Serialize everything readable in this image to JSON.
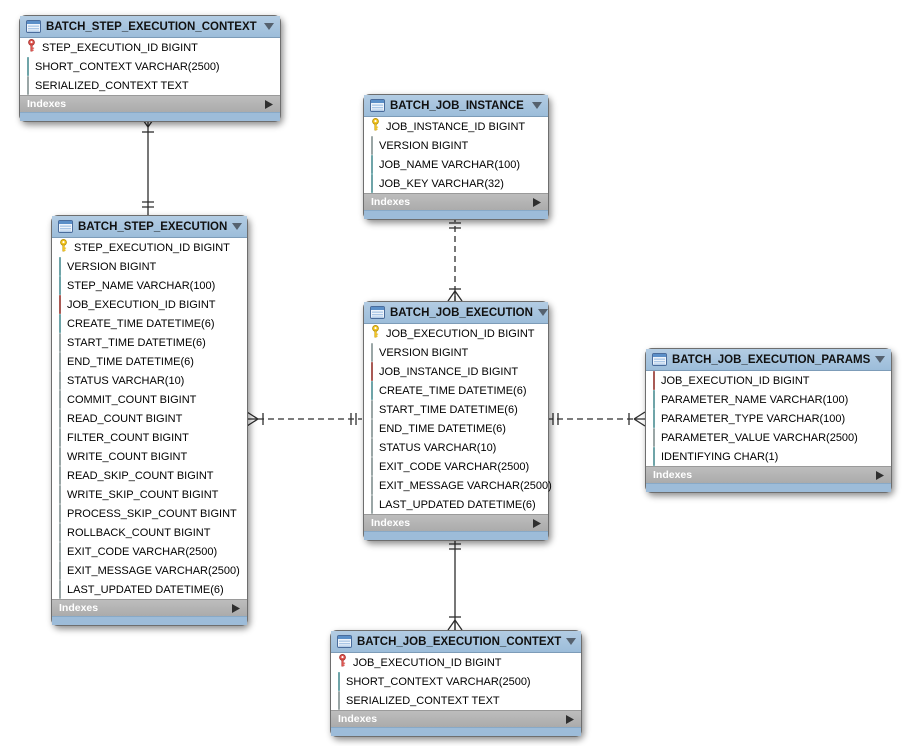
{
  "diagram": {
    "kind": "EER database diagram",
    "colors": {
      "table_header": "#9cbdda",
      "table_footer": "#9dbcd9",
      "indexes_bar": "#ababab",
      "pk_key": "#f5c51d",
      "pk_fk_key": "#e0534e",
      "notnull_diamond": "#72d9de",
      "nullable_diamond": "#ffffff",
      "fk_diamond": "#e2736c",
      "relationship_line": "#2e2e2e"
    },
    "tables": [
      {
        "name": "BATCH_STEP_EXECUTION_CONTEXT",
        "indexes_label": "Indexes",
        "fields": [
          {
            "icon": "key-red",
            "text": "STEP_EXECUTION_ID BIGINT"
          },
          {
            "icon": "diamond-filled",
            "text": "SHORT_CONTEXT VARCHAR(2500)"
          },
          {
            "icon": "diamond-hollow",
            "text": "SERIALIZED_CONTEXT TEXT"
          }
        ]
      },
      {
        "name": "BATCH_JOB_INSTANCE",
        "indexes_label": "Indexes",
        "fields": [
          {
            "icon": "key-yellow",
            "text": "JOB_INSTANCE_ID BIGINT"
          },
          {
            "icon": "diamond-hollow",
            "text": "VERSION BIGINT"
          },
          {
            "icon": "diamond-filled",
            "text": "JOB_NAME VARCHAR(100)"
          },
          {
            "icon": "diamond-filled",
            "text": "JOB_KEY VARCHAR(32)"
          }
        ]
      },
      {
        "name": "BATCH_STEP_EXECUTION",
        "indexes_label": "Indexes",
        "fields": [
          {
            "icon": "key-yellow",
            "text": "STEP_EXECUTION_ID BIGINT"
          },
          {
            "icon": "diamond-filled",
            "text": "VERSION BIGINT"
          },
          {
            "icon": "diamond-filled",
            "text": "STEP_NAME VARCHAR(100)"
          },
          {
            "icon": "diamond-red",
            "text": "JOB_EXECUTION_ID BIGINT"
          },
          {
            "icon": "diamond-filled",
            "text": "CREATE_TIME DATETIME(6)"
          },
          {
            "icon": "diamond-hollow",
            "text": "START_TIME DATETIME(6)"
          },
          {
            "icon": "diamond-hollow",
            "text": "END_TIME DATETIME(6)"
          },
          {
            "icon": "diamond-hollow",
            "text": "STATUS VARCHAR(10)"
          },
          {
            "icon": "diamond-hollow",
            "text": "COMMIT_COUNT BIGINT"
          },
          {
            "icon": "diamond-hollow",
            "text": "READ_COUNT BIGINT"
          },
          {
            "icon": "diamond-hollow",
            "text": "FILTER_COUNT BIGINT"
          },
          {
            "icon": "diamond-hollow",
            "text": "WRITE_COUNT BIGINT"
          },
          {
            "icon": "diamond-hollow",
            "text": "READ_SKIP_COUNT BIGINT"
          },
          {
            "icon": "diamond-hollow",
            "text": "WRITE_SKIP_COUNT BIGINT"
          },
          {
            "icon": "diamond-hollow",
            "text": "PROCESS_SKIP_COUNT BIGINT"
          },
          {
            "icon": "diamond-hollow",
            "text": "ROLLBACK_COUNT BIGINT"
          },
          {
            "icon": "diamond-hollow",
            "text": "EXIT_CODE VARCHAR(2500)"
          },
          {
            "icon": "diamond-hollow",
            "text": "EXIT_MESSAGE VARCHAR(2500)"
          },
          {
            "icon": "diamond-hollow",
            "text": "LAST_UPDATED DATETIME(6)"
          }
        ]
      },
      {
        "name": "BATCH_JOB_EXECUTION",
        "indexes_label": "Indexes",
        "fields": [
          {
            "icon": "key-yellow",
            "text": "JOB_EXECUTION_ID BIGINT"
          },
          {
            "icon": "diamond-hollow",
            "text": "VERSION BIGINT"
          },
          {
            "icon": "diamond-red",
            "text": "JOB_INSTANCE_ID BIGINT"
          },
          {
            "icon": "diamond-filled",
            "text": "CREATE_TIME DATETIME(6)"
          },
          {
            "icon": "diamond-hollow",
            "text": "START_TIME DATETIME(6)"
          },
          {
            "icon": "diamond-hollow",
            "text": "END_TIME DATETIME(6)"
          },
          {
            "icon": "diamond-hollow",
            "text": "STATUS VARCHAR(10)"
          },
          {
            "icon": "diamond-hollow",
            "text": "EXIT_CODE VARCHAR(2500)"
          },
          {
            "icon": "diamond-hollow",
            "text": "EXIT_MESSAGE VARCHAR(2500)"
          },
          {
            "icon": "diamond-hollow",
            "text": "LAST_UPDATED DATETIME(6)"
          }
        ]
      },
      {
        "name": "BATCH_JOB_EXECUTION_PARAMS",
        "indexes_label": "Indexes",
        "fields": [
          {
            "icon": "diamond-red",
            "text": "JOB_EXECUTION_ID BIGINT"
          },
          {
            "icon": "diamond-filled",
            "text": "PARAMETER_NAME VARCHAR(100)"
          },
          {
            "icon": "diamond-filled",
            "text": "PARAMETER_TYPE VARCHAR(100)"
          },
          {
            "icon": "diamond-hollow",
            "text": "PARAMETER_VALUE VARCHAR(2500)"
          },
          {
            "icon": "diamond-filled",
            "text": "IDENTIFYING CHAR(1)"
          }
        ]
      },
      {
        "name": "BATCH_JOB_EXECUTION_CONTEXT",
        "indexes_label": "Indexes",
        "fields": [
          {
            "icon": "key-red",
            "text": "JOB_EXECUTION_ID BIGINT"
          },
          {
            "icon": "diamond-filled",
            "text": "SHORT_CONTEXT VARCHAR(2500)"
          },
          {
            "icon": "diamond-hollow",
            "text": "SERIALIZED_CONTEXT TEXT"
          }
        ]
      }
    ],
    "relationships": [
      {
        "from": "BATCH_STEP_EXECUTION_CONTEXT",
        "to": "BATCH_STEP_EXECUTION",
        "line": "solid",
        "from_end": "many",
        "to_end": "one"
      },
      {
        "from": "BATCH_JOB_INSTANCE",
        "to": "BATCH_JOB_EXECUTION",
        "line": "dashed",
        "from_end": "one",
        "to_end": "many"
      },
      {
        "from": "BATCH_STEP_EXECUTION",
        "to": "BATCH_JOB_EXECUTION",
        "line": "dashed",
        "from_end": "many",
        "to_end": "one"
      },
      {
        "from": "BATCH_JOB_EXECUTION",
        "to": "BATCH_JOB_EXECUTION_PARAMS",
        "line": "dashed",
        "from_end": "one",
        "to_end": "many"
      },
      {
        "from": "BATCH_JOB_EXECUTION",
        "to": "BATCH_JOB_EXECUTION_CONTEXT",
        "line": "solid",
        "from_end": "one",
        "to_end": "many"
      }
    ]
  }
}
